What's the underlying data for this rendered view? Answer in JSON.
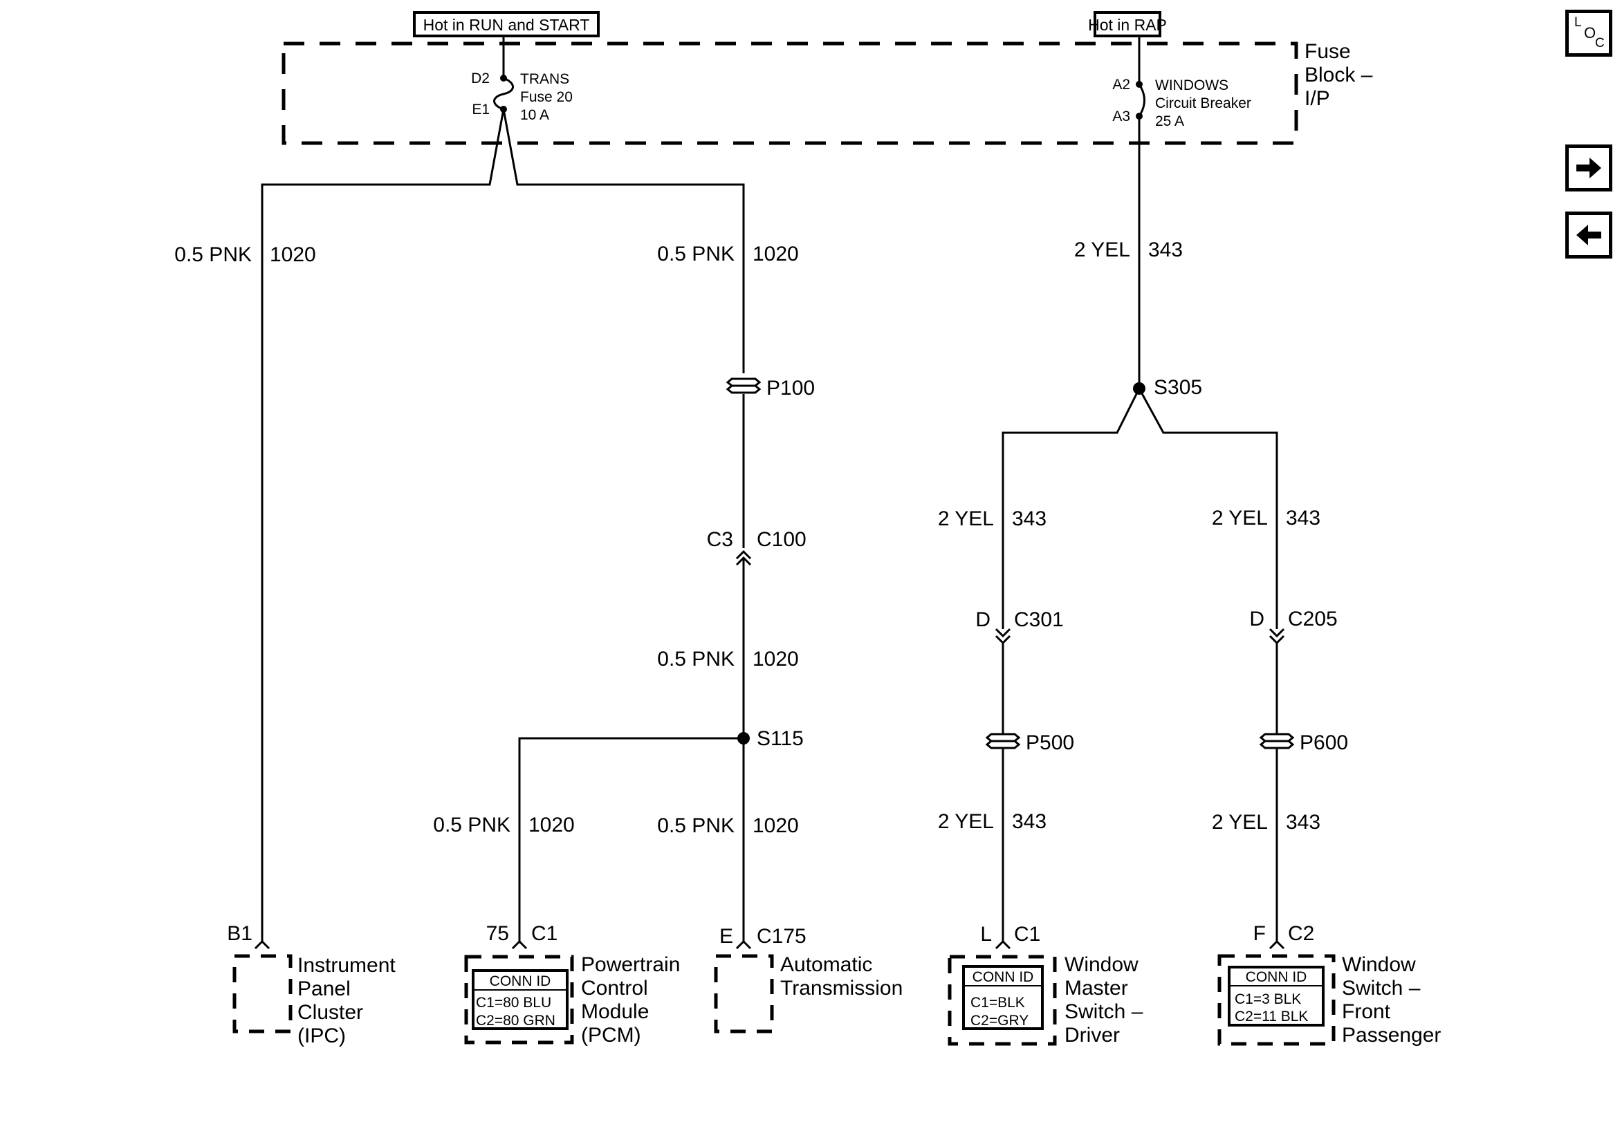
{
  "diagram": {
    "power_sources": [
      {
        "id": "hot_run_start",
        "label": "Hot in RUN and START"
      },
      {
        "id": "hot_rap",
        "label": "Hot in RAP"
      }
    ],
    "fuse_block": {
      "title_lines": [
        "Fuse",
        "Block –",
        "I/P"
      ],
      "devices": [
        {
          "type": "fuse",
          "in_terminal": "D2",
          "out_terminal": "E1",
          "lines": [
            "TRANS",
            "Fuse 20",
            "10 A"
          ]
        },
        {
          "type": "circuit_breaker",
          "in_terminal": "A2",
          "out_terminal": "A3",
          "lines": [
            "WINDOWS",
            "Circuit Breaker",
            "25 A"
          ]
        }
      ]
    },
    "wire_labels": [
      {
        "id": "w1",
        "size_color": "0.5 PNK",
        "circuit": "1020"
      },
      {
        "id": "w2",
        "size_color": "0.5 PNK",
        "circuit": "1020"
      },
      {
        "id": "w3",
        "size_color": "0.5 PNK",
        "circuit": "1020"
      },
      {
        "id": "w4",
        "size_color": "0.5 PNK",
        "circuit": "1020"
      },
      {
        "id": "w5",
        "size_color": "0.5 PNK",
        "circuit": "1020"
      },
      {
        "id": "w6",
        "size_color": "2 YEL",
        "circuit": "343"
      },
      {
        "id": "w7",
        "size_color": "2 YEL",
        "circuit": "343"
      },
      {
        "id": "w8",
        "size_color": "2 YEL",
        "circuit": "343"
      },
      {
        "id": "w9",
        "size_color": "2 YEL",
        "circuit": "343"
      },
      {
        "id": "w10",
        "size_color": "2 YEL",
        "circuit": "343"
      }
    ],
    "splices": [
      {
        "id": "S115"
      },
      {
        "id": "S305"
      }
    ],
    "pass_throughs": [
      {
        "id": "P100"
      },
      {
        "id": "P500"
      },
      {
        "id": "P600"
      }
    ],
    "inline_connectors": [
      {
        "pin": "C3",
        "connector": "C100"
      },
      {
        "pin": "D",
        "connector": "C301"
      },
      {
        "pin": "D",
        "connector": "C205"
      }
    ],
    "components": [
      {
        "id": "ipc",
        "pin": "B1",
        "connector": "",
        "name_lines": [
          "Instrument",
          "Panel",
          "Cluster",
          "(IPC)"
        ],
        "conn_id": null
      },
      {
        "id": "pcm",
        "pin": "75",
        "connector": "C1",
        "name_lines": [
          "Powertrain",
          "Control",
          "Module",
          "(PCM)"
        ],
        "conn_id": {
          "title": "CONN ID",
          "rows": [
            "C1=80 BLU",
            "C2=80 GRN"
          ]
        }
      },
      {
        "id": "trans",
        "pin": "E",
        "connector": "C175",
        "name_lines": [
          "Automatic",
          "Transmission"
        ],
        "conn_id": null
      },
      {
        "id": "driver_switch",
        "pin": "L",
        "connector": "C1",
        "name_lines": [
          "Window",
          "Master",
          "Switch –",
          "Driver"
        ],
        "conn_id": {
          "title": "CONN ID",
          "rows": [
            "C1=BLK",
            "C2=GRY"
          ]
        }
      },
      {
        "id": "pass_switch",
        "pin": "F",
        "connector": "C2",
        "name_lines": [
          "Window",
          "Switch –",
          "Front",
          "Passenger"
        ],
        "conn_id": {
          "title": "CONN ID",
          "rows": [
            "C1=3 BLK",
            "C2=11 BLK"
          ]
        }
      }
    ]
  },
  "nav": {
    "loc_icon_letters": [
      "L",
      "O",
      "C"
    ],
    "forward_icon": "arrow-right-icon",
    "back_icon": "arrow-left-icon"
  }
}
